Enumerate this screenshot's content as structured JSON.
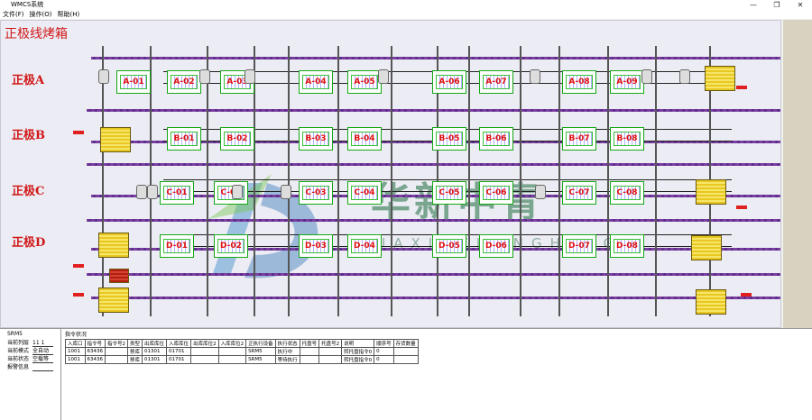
{
  "window": {
    "title": "WMCS系统",
    "min": "—",
    "restore": "❐",
    "close": "✕"
  },
  "menu": [
    "文件(F)",
    "操作(O)",
    "帮助(H)"
  ],
  "overview": {
    "title": "正极线烤箱",
    "rows": [
      {
        "label": "正极A",
        "cells": [
          "A-01",
          "A-02",
          "A-03",
          "A-04",
          "A-05",
          "A-06",
          "A-07",
          "A-08",
          "A-09"
        ]
      },
      {
        "label": "正极B",
        "cells": [
          "B-01",
          "B-02",
          "B-03",
          "B-04",
          "B-05",
          "B-06",
          "B-07",
          "B-08"
        ]
      },
      {
        "label": "正极C",
        "cells": [
          "C-01",
          "C-02",
          "C-03",
          "C-04",
          "C-05",
          "C-06",
          "C-07",
          "C-08"
        ]
      },
      {
        "label": "正极D",
        "cells": [
          "D-01",
          "D-02",
          "D-03",
          "D-04",
          "D-05",
          "D-06",
          "D-07",
          "D-08"
        ]
      }
    ]
  },
  "watermark": {
    "text": "华新中青",
    "sub": "HUAXINZHONGHENG"
  },
  "srm": {
    "title": "SRM5",
    "fields": [
      {
        "k": "当前列层",
        "v": "11    1"
      },
      {
        "k": "当前模式",
        "v": "全自动"
      },
      {
        "k": "当前状态",
        "v": "空载等"
      },
      {
        "k": "报警信息",
        "v": ""
      }
    ]
  },
  "commands": {
    "title": "指令状况",
    "headers": [
      "入库口",
      "指令号",
      "指令号2",
      "类型",
      "出库库位",
      "入库库位",
      "出库库位2",
      "入库库位2",
      "正执行设备",
      "执行状态",
      "托盘号",
      "托盘号2",
      "说明",
      "顺序号",
      "存货数量"
    ],
    "rows": [
      [
        "1001",
        "63436",
        "",
        "移库",
        "01301",
        "01701",
        "",
        "",
        "SRM5",
        "执行中",
        "",
        "",
        "转托盘指令0",
        "0",
        ""
      ],
      [
        "1001",
        "63436",
        "",
        "移库",
        "01301",
        "01701",
        "",
        "",
        "SRM5",
        "等待执行",
        "",
        "",
        "转托盘指令0",
        "0",
        ""
      ]
    ]
  }
}
